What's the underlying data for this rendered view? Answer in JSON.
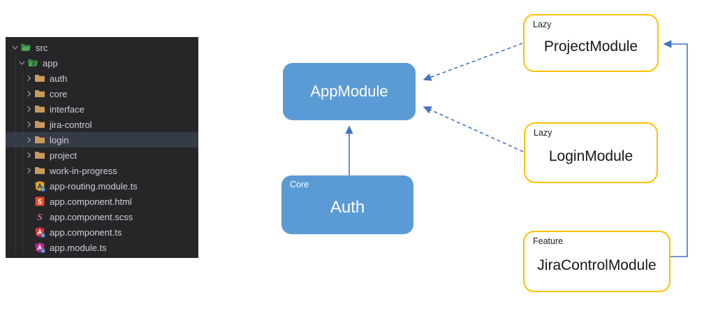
{
  "file_explorer": {
    "items": [
      {
        "label": "src",
        "level": 0,
        "kind": "folder",
        "expanded": true,
        "icon": "folder-src-open-icon"
      },
      {
        "label": "app",
        "level": 1,
        "kind": "folder",
        "expanded": true,
        "icon": "folder-app-open-icon"
      },
      {
        "label": "auth",
        "level": 2,
        "kind": "folder",
        "expanded": false,
        "icon": "folder-icon"
      },
      {
        "label": "core",
        "level": 2,
        "kind": "folder",
        "expanded": false,
        "icon": "folder-icon"
      },
      {
        "label": "interface",
        "level": 2,
        "kind": "folder",
        "expanded": false,
        "icon": "folder-icon"
      },
      {
        "label": "jira-control",
        "level": 2,
        "kind": "folder",
        "expanded": false,
        "icon": "folder-icon"
      },
      {
        "label": "login",
        "level": 2,
        "kind": "folder",
        "expanded": false,
        "icon": "folder-icon",
        "selected": true
      },
      {
        "label": "project",
        "level": 2,
        "kind": "folder",
        "expanded": false,
        "icon": "folder-icon"
      },
      {
        "label": "work-in-progress",
        "level": 2,
        "kind": "folder",
        "expanded": false,
        "icon": "folder-icon"
      },
      {
        "label": "app-routing.module.ts",
        "level": 2,
        "kind": "file",
        "icon": "angular-routing-icon"
      },
      {
        "label": "app.component.html",
        "level": 2,
        "kind": "file",
        "icon": "html5-icon"
      },
      {
        "label": "app.component.scss",
        "level": 2,
        "kind": "file",
        "icon": "sass-icon"
      },
      {
        "label": "app.component.ts",
        "level": 2,
        "kind": "file",
        "icon": "angular-component-icon"
      },
      {
        "label": "app.module.ts",
        "level": 2,
        "kind": "file",
        "icon": "angular-module-icon"
      }
    ]
  },
  "diagram": {
    "nodes": [
      {
        "id": "app-module",
        "tag": "",
        "label": "AppModule",
        "type": "core"
      },
      {
        "id": "auth",
        "tag": "Core",
        "label": "Auth",
        "type": "core"
      },
      {
        "id": "project-module",
        "tag": "Lazy",
        "label": "ProjectModule",
        "type": "lazy"
      },
      {
        "id": "login-module",
        "tag": "Lazy",
        "label": "LoginModule",
        "type": "lazy"
      },
      {
        "id": "jira-control-module",
        "tag": "Feature",
        "label": "JiraControlModule",
        "type": "feature"
      }
    ],
    "edges": [
      {
        "from": "Auth",
        "to": "AppModule",
        "style": "solid"
      },
      {
        "from": "ProjectModule",
        "to": "AppModule",
        "style": "dashed"
      },
      {
        "from": "LoginModule",
        "to": "AppModule",
        "style": "dashed"
      },
      {
        "from": "JiraControlModule",
        "to": "ProjectModule",
        "style": "solid"
      }
    ],
    "colors": {
      "core_fill": "#5b9bd5",
      "lazy_border": "#ffc000",
      "arrow": "#4472c4",
      "panel_bg": "#262629",
      "panel_selected": "#353b47",
      "folder": "#c89a5b",
      "folder_special": "#4caf50"
    }
  }
}
